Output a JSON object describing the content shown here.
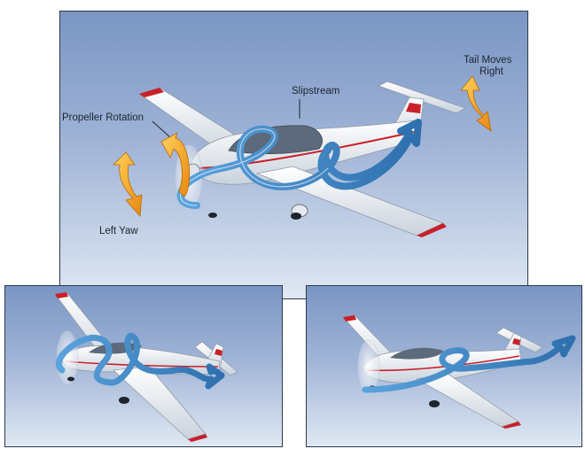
{
  "labels": {
    "slipstream": "Slipstream",
    "propeller_rotation": "Propeller Rotation",
    "left_yaw": "Left Yaw",
    "tail_moves_line1": "Tail Moves",
    "tail_moves_line2": "Right"
  },
  "colors": {
    "sky_top": "#7a96c4",
    "sky_bottom": "#dfe8f3",
    "slipstream": "#3f86c4",
    "arrow_orange": "#f2a41c",
    "stripe_red": "#c8202a",
    "fuselage": "#f7f8fa"
  },
  "icons": {
    "slipstream": "helical-arrow",
    "yaw": "curved-double-arrow"
  }
}
